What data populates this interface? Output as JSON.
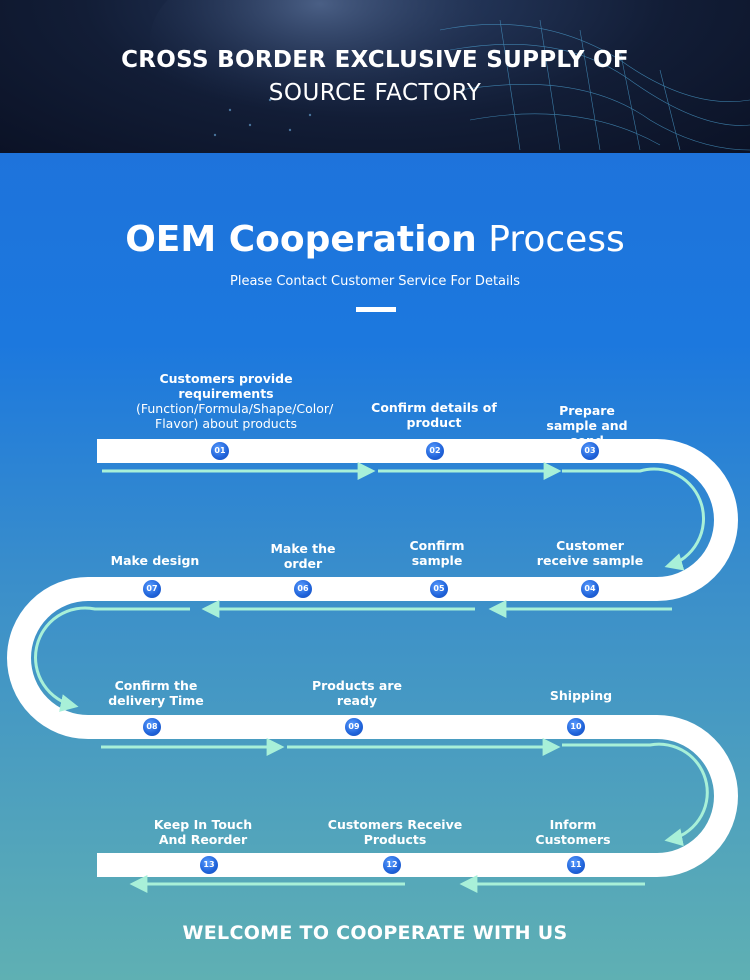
{
  "hero": {
    "line1": "CROSS BORDER EXCLUSIVE SUPPLY OF",
    "line2": "SOURCE FACTORY"
  },
  "title": {
    "bold": "OEM Cooperation",
    "light": "Process"
  },
  "subtitle": "Please Contact Customer Service For Details",
  "steps": [
    {
      "num": "01",
      "title": "Customers provide requirements",
      "detail": "(Function/Formula/Shape/Color/ Flavor) about products"
    },
    {
      "num": "02",
      "title": "Confirm details of product"
    },
    {
      "num": "03",
      "title": "Prepare sample and send"
    },
    {
      "num": "04",
      "title": "Customer receive sample"
    },
    {
      "num": "05",
      "title": "Confirm sample"
    },
    {
      "num": "06",
      "title": "Make the order"
    },
    {
      "num": "07",
      "title": "Make design"
    },
    {
      "num": "08",
      "title": "Confirm the delivery Time"
    },
    {
      "num": "09",
      "title": "Products are ready"
    },
    {
      "num": "10",
      "title": "Shipping"
    },
    {
      "num": "11",
      "title": "Inform Customers"
    },
    {
      "num": "12",
      "title": "Customers Receive Products"
    },
    {
      "num": "13",
      "title": "Keep In Touch And Reorder"
    }
  ],
  "footer": "WELCOME TO COOPERATE WITH US"
}
